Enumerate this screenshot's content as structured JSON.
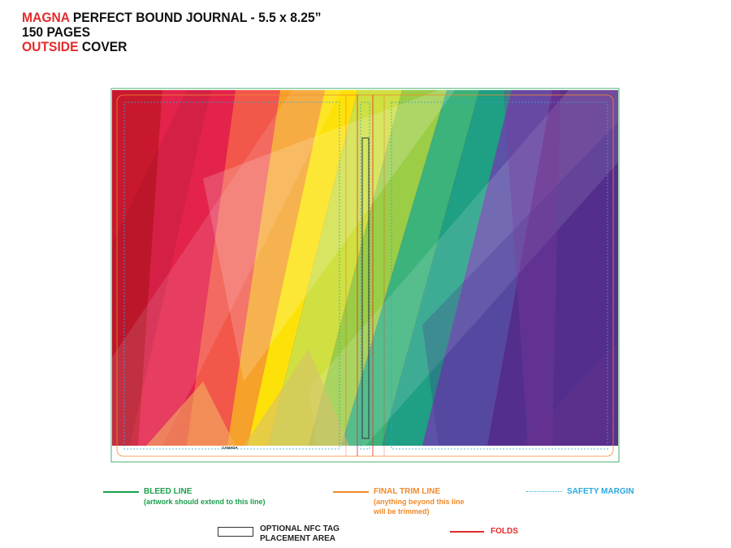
{
  "header": {
    "line1_brand": "MAGNA",
    "line1_rest": " PERFECT BOUND JOURNAL - 5.5 x 8.25”",
    "line2": "150 PAGES",
    "line3_accent": "OUTSIDE",
    "line3_rest": " COVER"
  },
  "cover": {
    "spine_text": "CANADA"
  },
  "legend": {
    "bleed": {
      "title": "BLEED LINE",
      "note": "(artwork should extend to this line)",
      "color": "#1aa04a"
    },
    "trim": {
      "title": "FINAL TRIM LINE",
      "note1": "(anything beyond this line",
      "note2": "will be trimmed)",
      "color": "#f08a2a"
    },
    "safety": {
      "title": "SAFETY MARGIN",
      "color": "#2aa8e0"
    },
    "nfc": {
      "title1": "OPTIONAL NFC TAG",
      "title2": "PLACEMENT AREA"
    },
    "folds": {
      "title": "FOLDS",
      "color": "#e22b2b"
    }
  }
}
